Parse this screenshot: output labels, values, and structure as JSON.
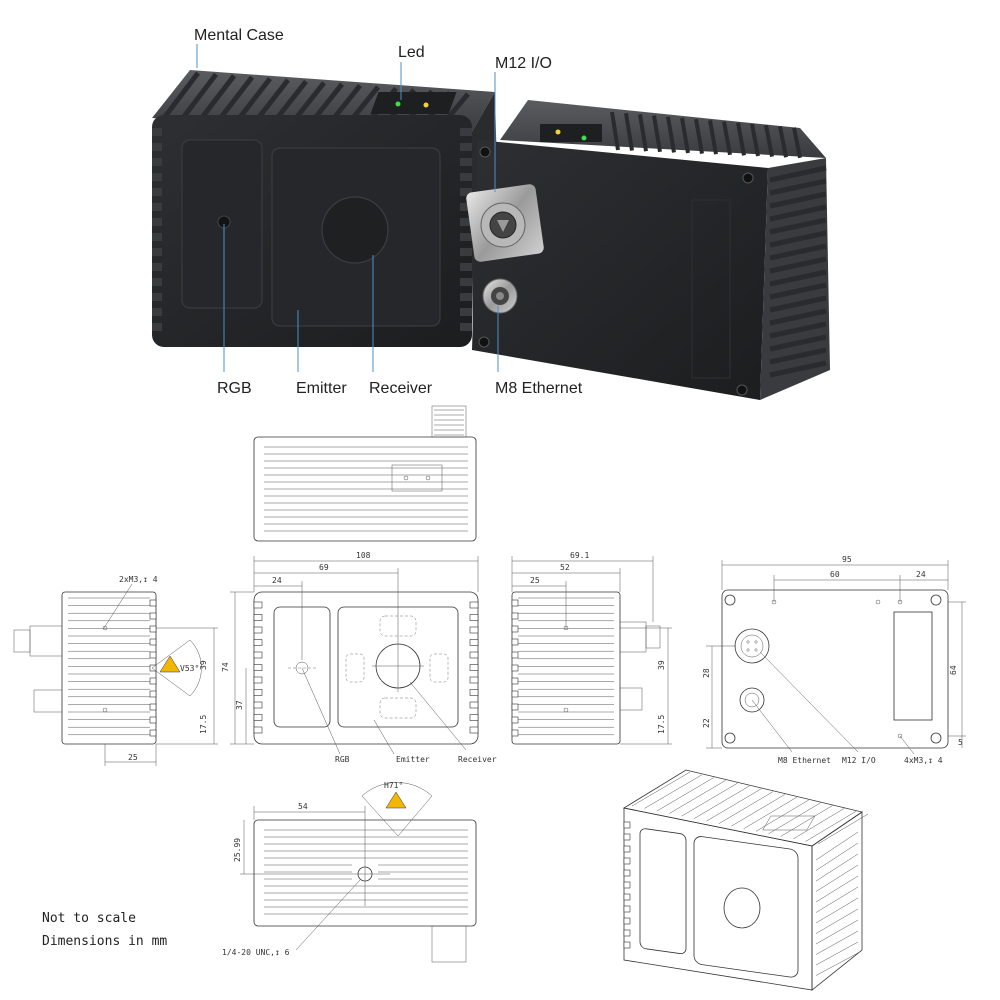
{
  "callouts": {
    "metal_case": "Mental Case",
    "led": "Led",
    "m12_io": "M12 I/O",
    "rgb": "RGB",
    "emitter": "Emitter",
    "receiver": "Receiver",
    "m8_ethernet": "M8 Ethernet"
  },
  "front_view": {
    "width": "108",
    "offset_69": "69",
    "offset_24": "24",
    "height_74": "74",
    "height_37": "37",
    "label_rgb": "RGB",
    "label_emitter": "Emitter",
    "label_receiver": "Receiver"
  },
  "left_view": {
    "holes": "2xM3,↧ 4",
    "fov_v": "V53°",
    "dim_39": "39",
    "dim_17_5": "17.5",
    "dim_25": "25"
  },
  "right_view": {
    "width": "69.1",
    "dim_52": "52",
    "dim_25": "25",
    "dim_39": "39",
    "dim_17_5": "17.5"
  },
  "back_view": {
    "width": "95",
    "dim_60": "60",
    "dim_24": "24",
    "height_64": "64",
    "dim_5": "5",
    "dim_28": "28",
    "dim_22": "22",
    "label_m8": "M8 Ethernet",
    "label_m12": "M12 I/O",
    "holes": "4xM3,↧ 4"
  },
  "bottom_view": {
    "dim_54": "54",
    "dim_25_99": "25.99",
    "fov_h": "H71°",
    "thread": "1/4-20 UNC,↧ 6"
  },
  "notes": {
    "line1": "Not to scale",
    "line2": "Dimensions in mm"
  },
  "colors": {
    "case_dark": "#2b2c2e",
    "case_face": "#1f2022",
    "leader": "#4a90c8",
    "led_green": "#3ddc4a",
    "led_yellow": "#f2d23a",
    "warning": "#f2b705"
  }
}
